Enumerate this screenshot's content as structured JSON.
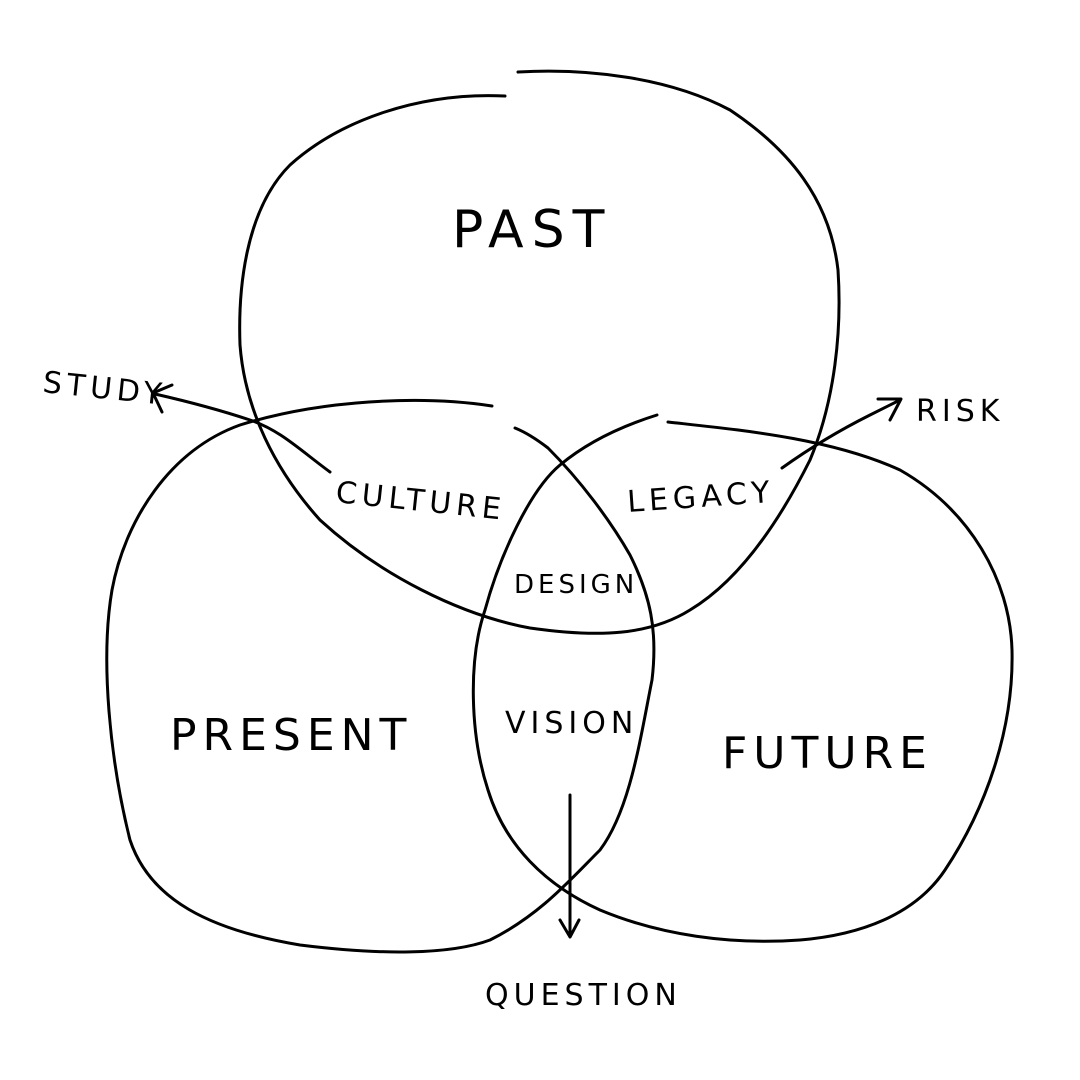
{
  "diagram": {
    "sets": {
      "past": "PAST",
      "present": "PRESENT",
      "future": "FUTURE"
    },
    "intersections": {
      "past_present": "CULTURE",
      "past_future": "LEGACY",
      "present_future": "VISION",
      "all_three": "DESIGN"
    },
    "arrows": {
      "culture_out": "STUDY",
      "legacy_out": "RISK",
      "vision_out": "QUESTION"
    },
    "stroke_color": "#000000",
    "background_color": "#ffffff"
  }
}
